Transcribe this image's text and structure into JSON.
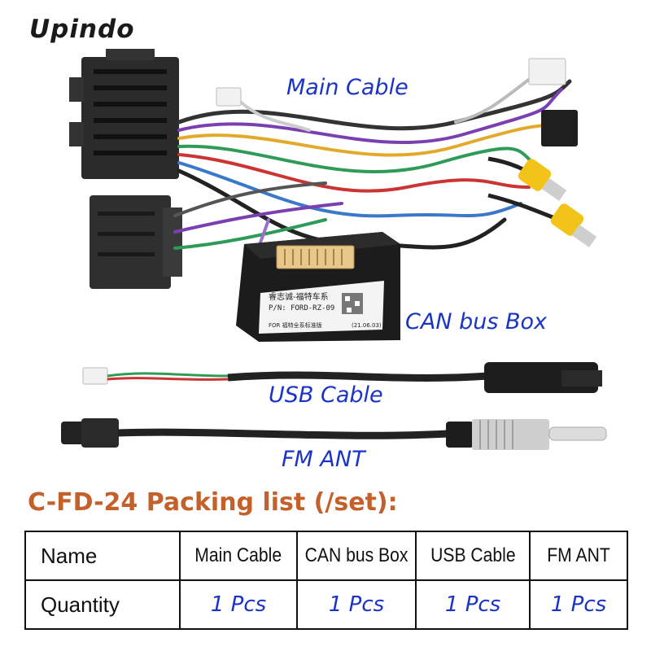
{
  "brand": {
    "name": "Upindo"
  },
  "labels": {
    "main_cable": "Main Cable",
    "can_bus_box": "CAN bus Box",
    "usb_cable": "USB Cable",
    "fm_ant": "FM ANT"
  },
  "box_print": {
    "line1": "睿志诚-福特车系",
    "line2": "P/N: FORD-RZ-09",
    "line4": "FOR 福特全系标准版",
    "date": "(21.06.03)"
  },
  "packing": {
    "title": "C-FD-24 Packing list (/set):",
    "table": {
      "header": [
        "Name",
        "Main Cable",
        "CAN bus Box",
        "USB Cable",
        "FM ANT"
      ],
      "row": [
        "Quantity",
        "1 Pcs",
        "1 Pcs",
        "1 Pcs",
        "1 Pcs"
      ]
    }
  },
  "colors": {
    "label_blue": "#1b34c7",
    "title_orange": "#c4612a",
    "connector_black": "#222222",
    "rca_yellow": "#f2c318"
  }
}
